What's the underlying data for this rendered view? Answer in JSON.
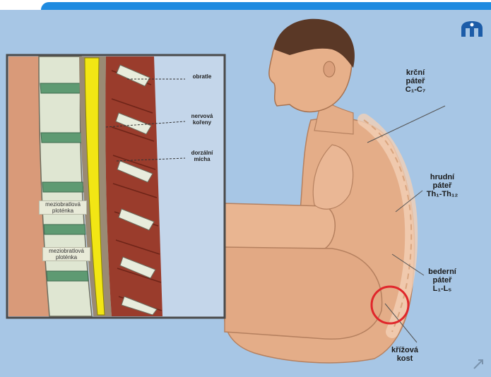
{
  "colors": {
    "background": "#a7c6e5",
    "skin": "#e7b08a",
    "inset_border": "#4a4a4a",
    "spinal_cord": "#f2e614",
    "highlight_circle": "#e0262b",
    "muscle": "#9a3c2c"
  },
  "icons": {
    "logo": "brand-logo-icon",
    "corner": "corner-arrow-icon"
  },
  "labels": {
    "cervical": "krční\npáteř\nC₁-C₇",
    "thoracic": "hrudní\npáteř\nTh₁-Th₁₂",
    "lumbar": "bederní\npáteř\nL₁-L₅",
    "sacrum": "křížová\nkost"
  },
  "inset": {
    "label_1": "obratle",
    "label_2": "nervová\nkořeny",
    "label_3": "dorzální\nmícha",
    "disc_1": "meziobratlová\nploténka",
    "disc_2": "meziobratlová\nploténka"
  }
}
